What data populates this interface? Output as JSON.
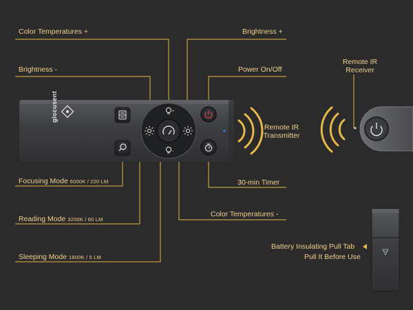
{
  "colors": {
    "background": "#2b2b2b",
    "accent": "#e8b84a",
    "label": "#f1d18c",
    "remote_body": "#3a3b3d",
    "power_icon": "#d4414b",
    "ir_led": "#2f7df0"
  },
  "brand": "glocusent",
  "labels": {
    "color_temp_plus": "Color Temperatures +",
    "brightness_plus": "Brightness +",
    "brightness_minus": "Brightness -",
    "power": "Power On/Off",
    "ir_transmitter_line1": "Remote IR",
    "ir_transmitter_line2": "Transmitter",
    "ir_receiver_line1": "Remote IR",
    "ir_receiver_line2": "Receiver",
    "focusing_mode": "Focusing Mode",
    "focusing_spec": "6000K / 220 LM",
    "reading_mode": "Reading Mode",
    "reading_spec": "3200K / 60 LM",
    "sleeping_mode": "Sleeping Mode",
    "sleeping_spec": "1800K / 5 LM",
    "timer": "30-min Timer",
    "color_temp_minus": "Color Temperatures -",
    "pull_tab_line1": "Battery Insulating Pull Tab",
    "pull_tab_line2": "Pull It Before Use"
  },
  "icons": {
    "sun_left": "brightness-down-icon",
    "sun_right": "brightness-up-icon",
    "bulb_top": "color-temp-up-icon",
    "bulb_bottom": "color-temp-down-icon",
    "center": "mode-dial-icon",
    "power": "power-icon",
    "timer": "timer-icon",
    "focus": "focusing-mode-icon",
    "reading": "reading-mode-icon"
  }
}
